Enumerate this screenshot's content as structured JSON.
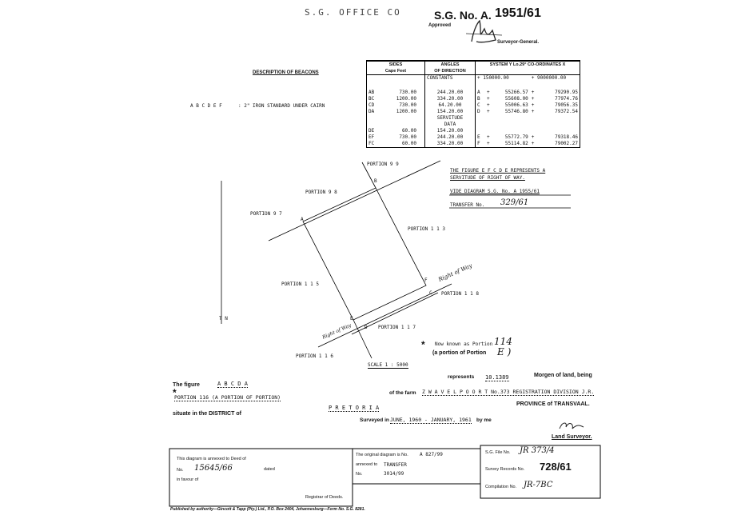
{
  "header": {
    "office_stamp": "S.G. OFFICE CO",
    "sg_no_label": "S.G. No. A.",
    "sg_no_value": "1951/61",
    "approved": "Approved",
    "surveyor_general": "Surveyor-General."
  },
  "beacons": {
    "heading": "DESCRIPTION OF BEACONS",
    "letters": "A B C D E F",
    "description": ": 2\" IRON STANDARD UNDER CAIRN"
  },
  "coord_table": {
    "col_sides": "SIDES",
    "col_sides_sub": "Cape Feet",
    "col_angles": "ANGLES",
    "col_angles_sub": "OF DIRECTION",
    "col_system": "SYSTEM",
    "system_value": "Y Lo.29°",
    "col_coordinates": "CO-ORDINATES",
    "col_x": "X",
    "constants_label": "CONSTANTS",
    "constants_y": "+ 150000.00",
    "constants_x": "+ 9000000.00",
    "servitude_label": "SERVITUDE",
    "data_label": "DATA",
    "rows": [
      {
        "side": "AB",
        "length": "730.00",
        "angle": "244.20.00",
        "pt": "A",
        "ys": "+",
        "y": "55266.57",
        "xs": "+",
        "x": "79290.95"
      },
      {
        "side": "BC",
        "length": "1200.00",
        "angle": "334.20.00",
        "pt": "B",
        "ys": "+",
        "y": "55608.00",
        "xs": "+",
        "x": "77974.76"
      },
      {
        "side": "CD",
        "length": "730.00",
        "angle": "64.20.00",
        "pt": "C",
        "ys": "+",
        "y": "55006.63",
        "xs": "+",
        "x": "79056.35"
      },
      {
        "side": "DA",
        "length": "1200.00",
        "angle": "154.20.00",
        "pt": "D",
        "ys": "+",
        "y": "55746.80",
        "xs": "+",
        "x": "79372.54"
      }
    ],
    "servitude_rows": [
      {
        "side": "DE",
        "length": "60.00",
        "angle": "154.20.00",
        "pt": "",
        "ys": "",
        "y": "",
        "xs": "",
        "x": ""
      },
      {
        "side": "EF",
        "length": "730.00",
        "angle": "244.20.00",
        "pt": "E",
        "ys": "+",
        "y": "55772.79",
        "xs": "+",
        "x": "79318.46"
      },
      {
        "side": "FC",
        "length": "60.00",
        "angle": "334.20.00",
        "pt": "F",
        "ys": "+",
        "y": "55114.82",
        "xs": "+",
        "x": "79002.27"
      }
    ]
  },
  "servitude_note": {
    "line1": "THE FIGURE  E F C D E  REPRESENTS A",
    "line2": "SERVITUDE OF RIGHT OF WAY.",
    "vide": "VIDE DIAGRAM S.G. No. A 1955/61",
    "transfer_label": "TRANSFER No.",
    "transfer_value": "329/61"
  },
  "diagram": {
    "portion_99": "PORTION 9 9",
    "portion_98": "PORTION 9 8",
    "portion_97": "PORTION 9 7",
    "portion_113": "PORTION 1 1 3",
    "portion_115": "PORTION 1 1 5",
    "portion_118": "PORTION 1 1 8",
    "portion_117": "PORTION 1 1 7",
    "portion_116": "PORTION 1 1 6",
    "right_of_way_1": "Right of Way",
    "right_of_way_2": "Right of Way",
    "pt_a": "A",
    "pt_b": "B",
    "pt_c": "C",
    "pt_d": "D",
    "pt_e": "E",
    "pt_f": "F",
    "tn": "T N",
    "scale": "SCALE 1 : 5000",
    "star": "*",
    "now_known": "Now known as Portion",
    "now_known_value": "114",
    "portion_of": "(a portion of Portion",
    "portion_of_value": "E )"
  },
  "figure_text": {
    "the_figure": "The figure",
    "figure_letters": "A B C D A",
    "represents": "represents",
    "morgen_value": "10.1389",
    "morgen_label": "Morgen of land, being",
    "star": "*",
    "portion_desc": "PORTION  116 (A PORTION OF PORTION)",
    "of_the_farm": "of the farm",
    "farm_name": "Z W A V E L P O O R T  No.373 REGISTRATION DIVISION J.R.",
    "province": "PROVINCE of TRANSVAAL.",
    "situate": "situate in the DISTRICT of",
    "district": "P R E T O R I A",
    "surveyed_in": "Surveyed in",
    "survey_dates": "JUNE, 1960 - JANUARY, 1961",
    "by_me": "by me",
    "land_surveyor": "Land Surveyor."
  },
  "footer": {
    "annexed_to_deed": "This diagram is annexed to Deed of",
    "no_label": "No.",
    "deed_no": "15645/66",
    "dated": "dated",
    "in_favour": "in favour of",
    "registrar": "Registrar of Deeds.",
    "original_diagram": "The original diagram is No.",
    "original_no": "A 827/99",
    "annexed_to": "annexed to",
    "transfer": "TRANSFER",
    "no2": "No.",
    "transfer_no": "3014/99",
    "sg_file_label": "S.G. File No.",
    "sg_file_value": "JR 373/4",
    "survey_records_label": "Survey Records No.",
    "survey_records_value": "728/61",
    "compilation_label": "Compilation No.",
    "compilation_value": "JR-7BC",
    "published_by": "Published by authority—Gincott & Tapp (Pty.) Ltd., P.O. Box 2404, Johannesburg—Form No. S.G. 8281."
  }
}
